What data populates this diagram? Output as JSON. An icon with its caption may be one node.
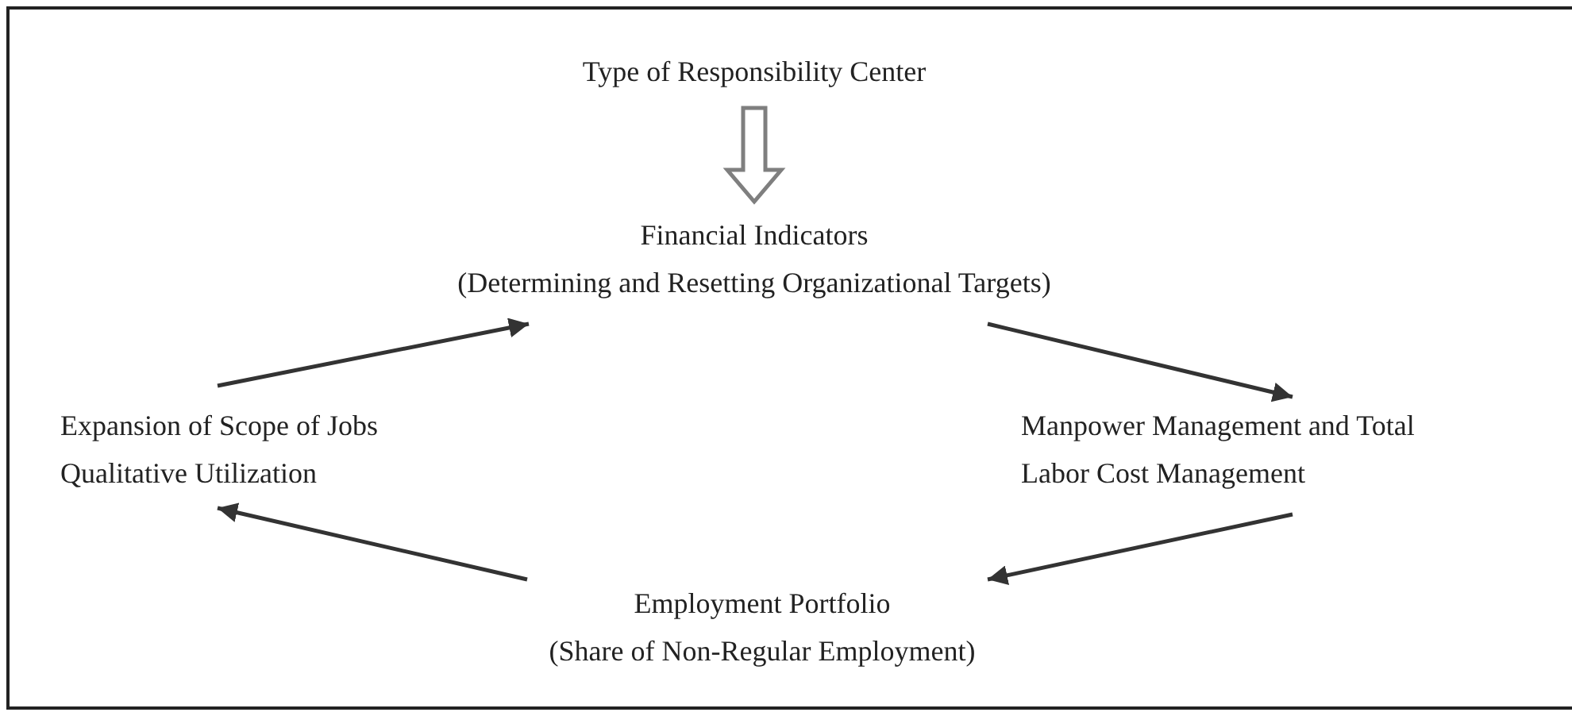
{
  "diagram": {
    "nodes": [
      {
        "text": [
          "Type of Responsibility Center"
        ]
      },
      {
        "text": [
          "Financial Indicators",
          "(Determining and Resetting Organizational Targets)"
        ]
      },
      {
        "text": [
          "Expansion of Scope of Jobs",
          "Qualitative Utilization"
        ]
      },
      {
        "text": [
          "Manpower Management and Total Labor Cost Management"
        ]
      },
      {
        "text": [
          "Employment Portfolio",
          "(Share of Non-Regular Employment)"
        ]
      }
    ],
    "edges": [
      {
        "from": 0,
        "to": 1,
        "arrow": "to",
        "style": "thick",
        "color": "#7f7f7f"
      },
      {
        "from": 2,
        "to": 1,
        "arrow": "to"
      },
      {
        "from": 1,
        "to": 3,
        "arrow": "to"
      },
      {
        "from": 3,
        "to": 4,
        "arrow": "to"
      },
      {
        "from": 4,
        "to": 2,
        "arrow": "to"
      }
    ]
  }
}
